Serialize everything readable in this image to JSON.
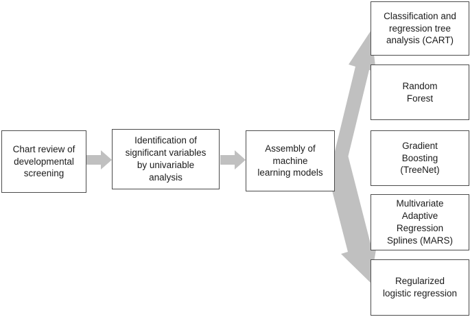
{
  "diagram": {
    "type": "flowchart",
    "orientation": "left-to-right with fan-out",
    "background_color": "#ffffff",
    "box_border_color": "#4a4a4a",
    "arrow_color": "#c0c0c0",
    "text_color": "#1a1a1a",
    "nodes": [
      {
        "id": "chart-review",
        "label": "Chart review of\ndevelopmental\nscreening"
      },
      {
        "id": "identification",
        "label": "Identification of\nsignificant variables\nby univariable\nanalysis"
      },
      {
        "id": "assembly",
        "label": "Assembly of\nmachine\nlearning models"
      },
      {
        "id": "cart",
        "label": "Classification and\nregression tree\nanalysis (CART)"
      },
      {
        "id": "random-forest",
        "label": "Random\nForest"
      },
      {
        "id": "gradient-boosting",
        "label": "Gradient\nBoosting\n(TreeNet)"
      },
      {
        "id": "mars",
        "label": "Multivariate\nAdaptive\nRegression\nSplines (MARS)"
      },
      {
        "id": "regularized",
        "label": "Regularized\nlogistic regression"
      }
    ],
    "connectors": [
      {
        "id": "arrow-chart-to-identification",
        "from": "chart-review",
        "to": "identification",
        "style": "horizontal-right"
      },
      {
        "id": "arrow-identification-to-assembly",
        "from": "identification",
        "to": "assembly",
        "style": "horizontal-right"
      },
      {
        "id": "arrow-assembly-to-cart",
        "from": "assembly",
        "to": "cart",
        "style": "diagonal-up-right"
      },
      {
        "id": "arrow-assembly-to-regularized",
        "from": "assembly",
        "to": "regularized",
        "style": "diagonal-down-right"
      }
    ]
  }
}
